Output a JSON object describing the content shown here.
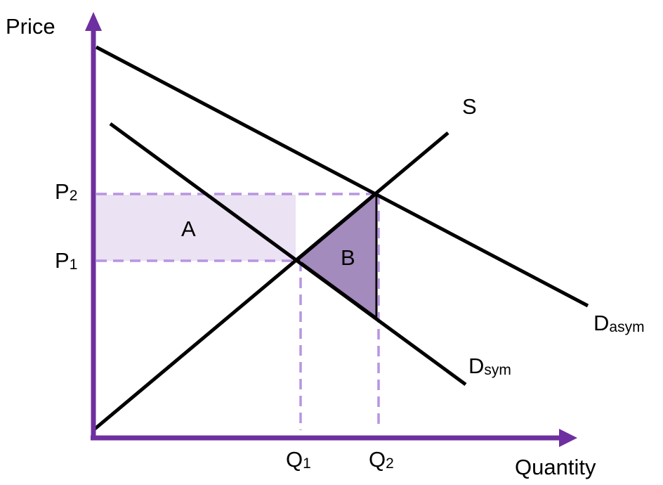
{
  "axes": {
    "y_label": "Price",
    "x_label": "Quantity"
  },
  "price_levels": {
    "p2": {
      "main": "P",
      "sub": "2"
    },
    "p1": {
      "main": "P",
      "sub": "1"
    }
  },
  "quantity_levels": {
    "q1": {
      "main": "Q",
      "sub": "1"
    },
    "q2": {
      "main": "Q",
      "sub": "2"
    }
  },
  "curves": {
    "supply": "S",
    "demand_asym": {
      "main": "D",
      "sub": "asym"
    },
    "demand_sym": {
      "main": "D",
      "sub": "sym"
    }
  },
  "regions": {
    "a": "A",
    "b": "B"
  },
  "colors": {
    "axis": "#6e2fa0",
    "guide": "#b894e0",
    "region_a_fill": "#ebe2f4",
    "region_b_fill": "#a38bbd",
    "curve": "#000000"
  }
}
